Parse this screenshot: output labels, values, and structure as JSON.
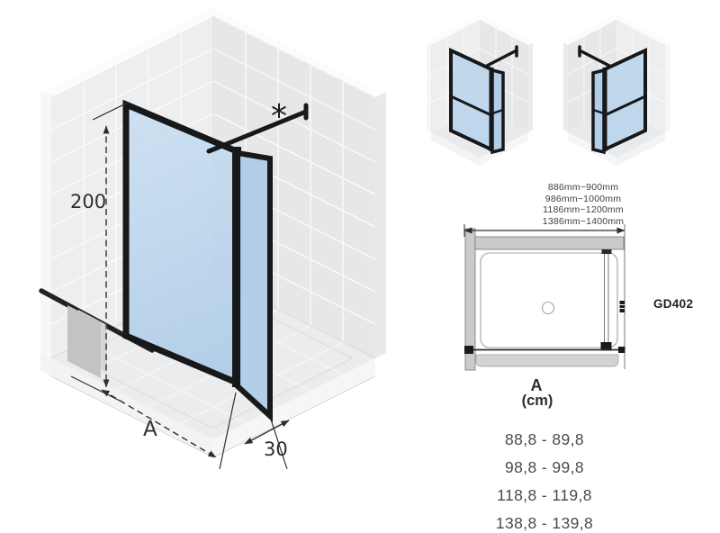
{
  "drawing": {
    "height_dim": "200",
    "width_dim": "A",
    "depth_dim": "30",
    "wall_bar_note": "*"
  },
  "plan": {
    "width_ranges": [
      "886mm~900mm",
      "986mm~1000mm",
      "1186mm~1200mm",
      "1386mm~1400mm"
    ],
    "model_code": "GD402"
  },
  "size_table": {
    "column": "A",
    "unit": "(cm)",
    "rows": [
      "88,8 - 89,8",
      "98,8 - 99,8",
      "118,8 - 119,8",
      "138,8 - 139,8"
    ]
  },
  "colors": {
    "glass": "#b9d3ec",
    "frame": "#17181a",
    "wall": "#edeef0",
    "dimension_text": "#2e2e30"
  }
}
